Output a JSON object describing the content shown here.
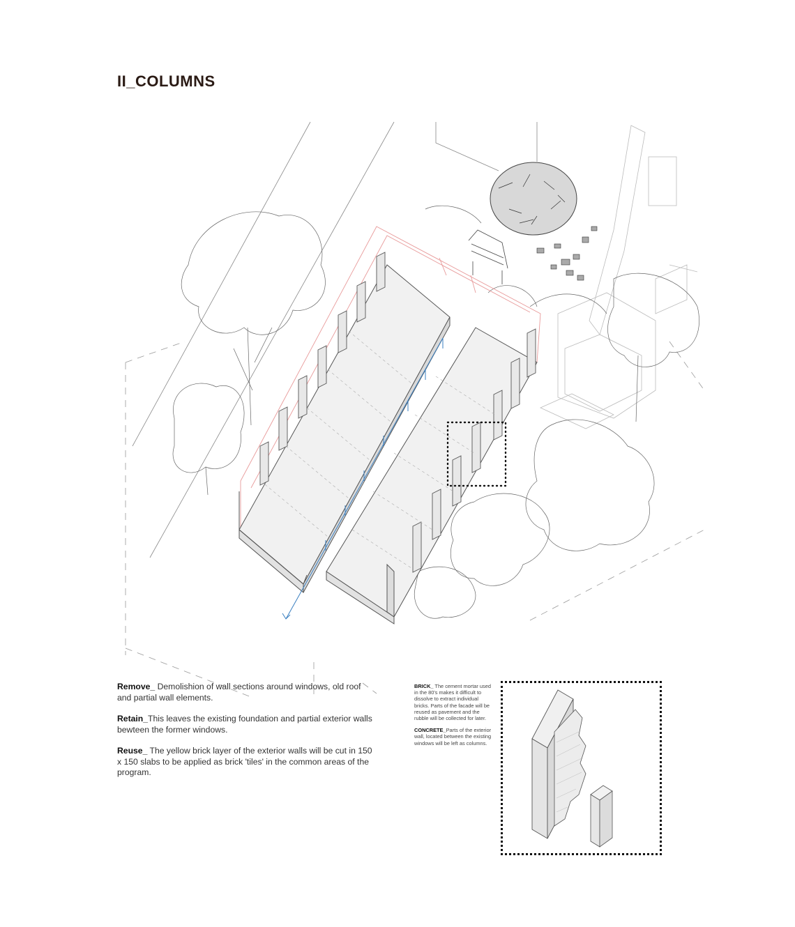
{
  "title": "II_COLUMNS",
  "descriptions": [
    {
      "term": "Remove_",
      "text": " Demolishion of wall sections around windows, old roof and partial wall elements."
    },
    {
      "term": "Retain_",
      "text": "This leaves the existing foundation and partial exterior walls bewteen the former windows."
    },
    {
      "term": "Reuse_",
      "text": " The yellow brick layer of the exterior walls will be cut in 150 x 150 slabs to be applied as brick 'tiles' in the common areas of the program."
    }
  ],
  "material_notes": [
    {
      "term": "BRICK_",
      "text": " The cement mortar used in the 80's makes it difficult to dissolve to extract individual bricks. Parts of the facade will be reused as pavement and the rubble will be collected for later."
    },
    {
      "term": "CONCRETE_",
      "text": "Parts of the exterior wall, located between the existing windows will be left as columns."
    }
  ],
  "colors": {
    "title": "#2a1a14",
    "red_outline": "#e89a9a",
    "blue_axis": "#3a7fc0",
    "line": "#555555"
  }
}
